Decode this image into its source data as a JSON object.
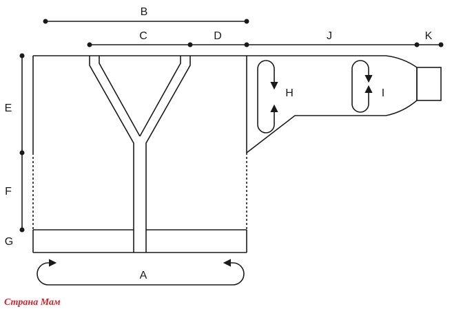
{
  "labels": {
    "a": "A",
    "b": "B",
    "c": "C",
    "d": "D",
    "e": "E",
    "f": "F",
    "g": "G",
    "h": "H",
    "i": "I",
    "j": "J",
    "k": "K"
  },
  "watermark": "Страна Мам",
  "colors": {
    "line": "#1a1a1a",
    "watermark": "#d0232a"
  }
}
